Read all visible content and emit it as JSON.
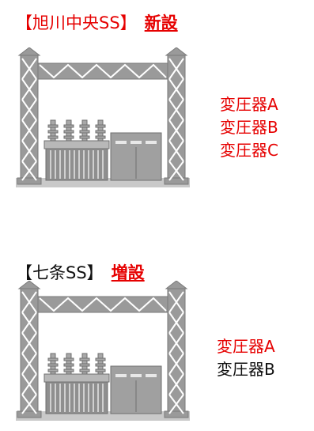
{
  "station1": {
    "bracket_open": "【",
    "name": "旭川中央SS",
    "bracket_close": "】",
    "tag": "新設",
    "transformers": [
      "変圧器A",
      "変圧器B",
      "変圧器C"
    ]
  },
  "station2": {
    "bracket_open": "【",
    "name": "七条SS",
    "bracket_close": "】",
    "tag": "増設",
    "transformers": [
      "変圧器A",
      "変圧器B"
    ]
  },
  "colors": {
    "red": "#e60000",
    "black": "#111111",
    "steel": "#9a9a9a",
    "steel_dark": "#7a7a7a",
    "ground": "#c9c9c9"
  },
  "icons": [
    "substation-icon"
  ]
}
